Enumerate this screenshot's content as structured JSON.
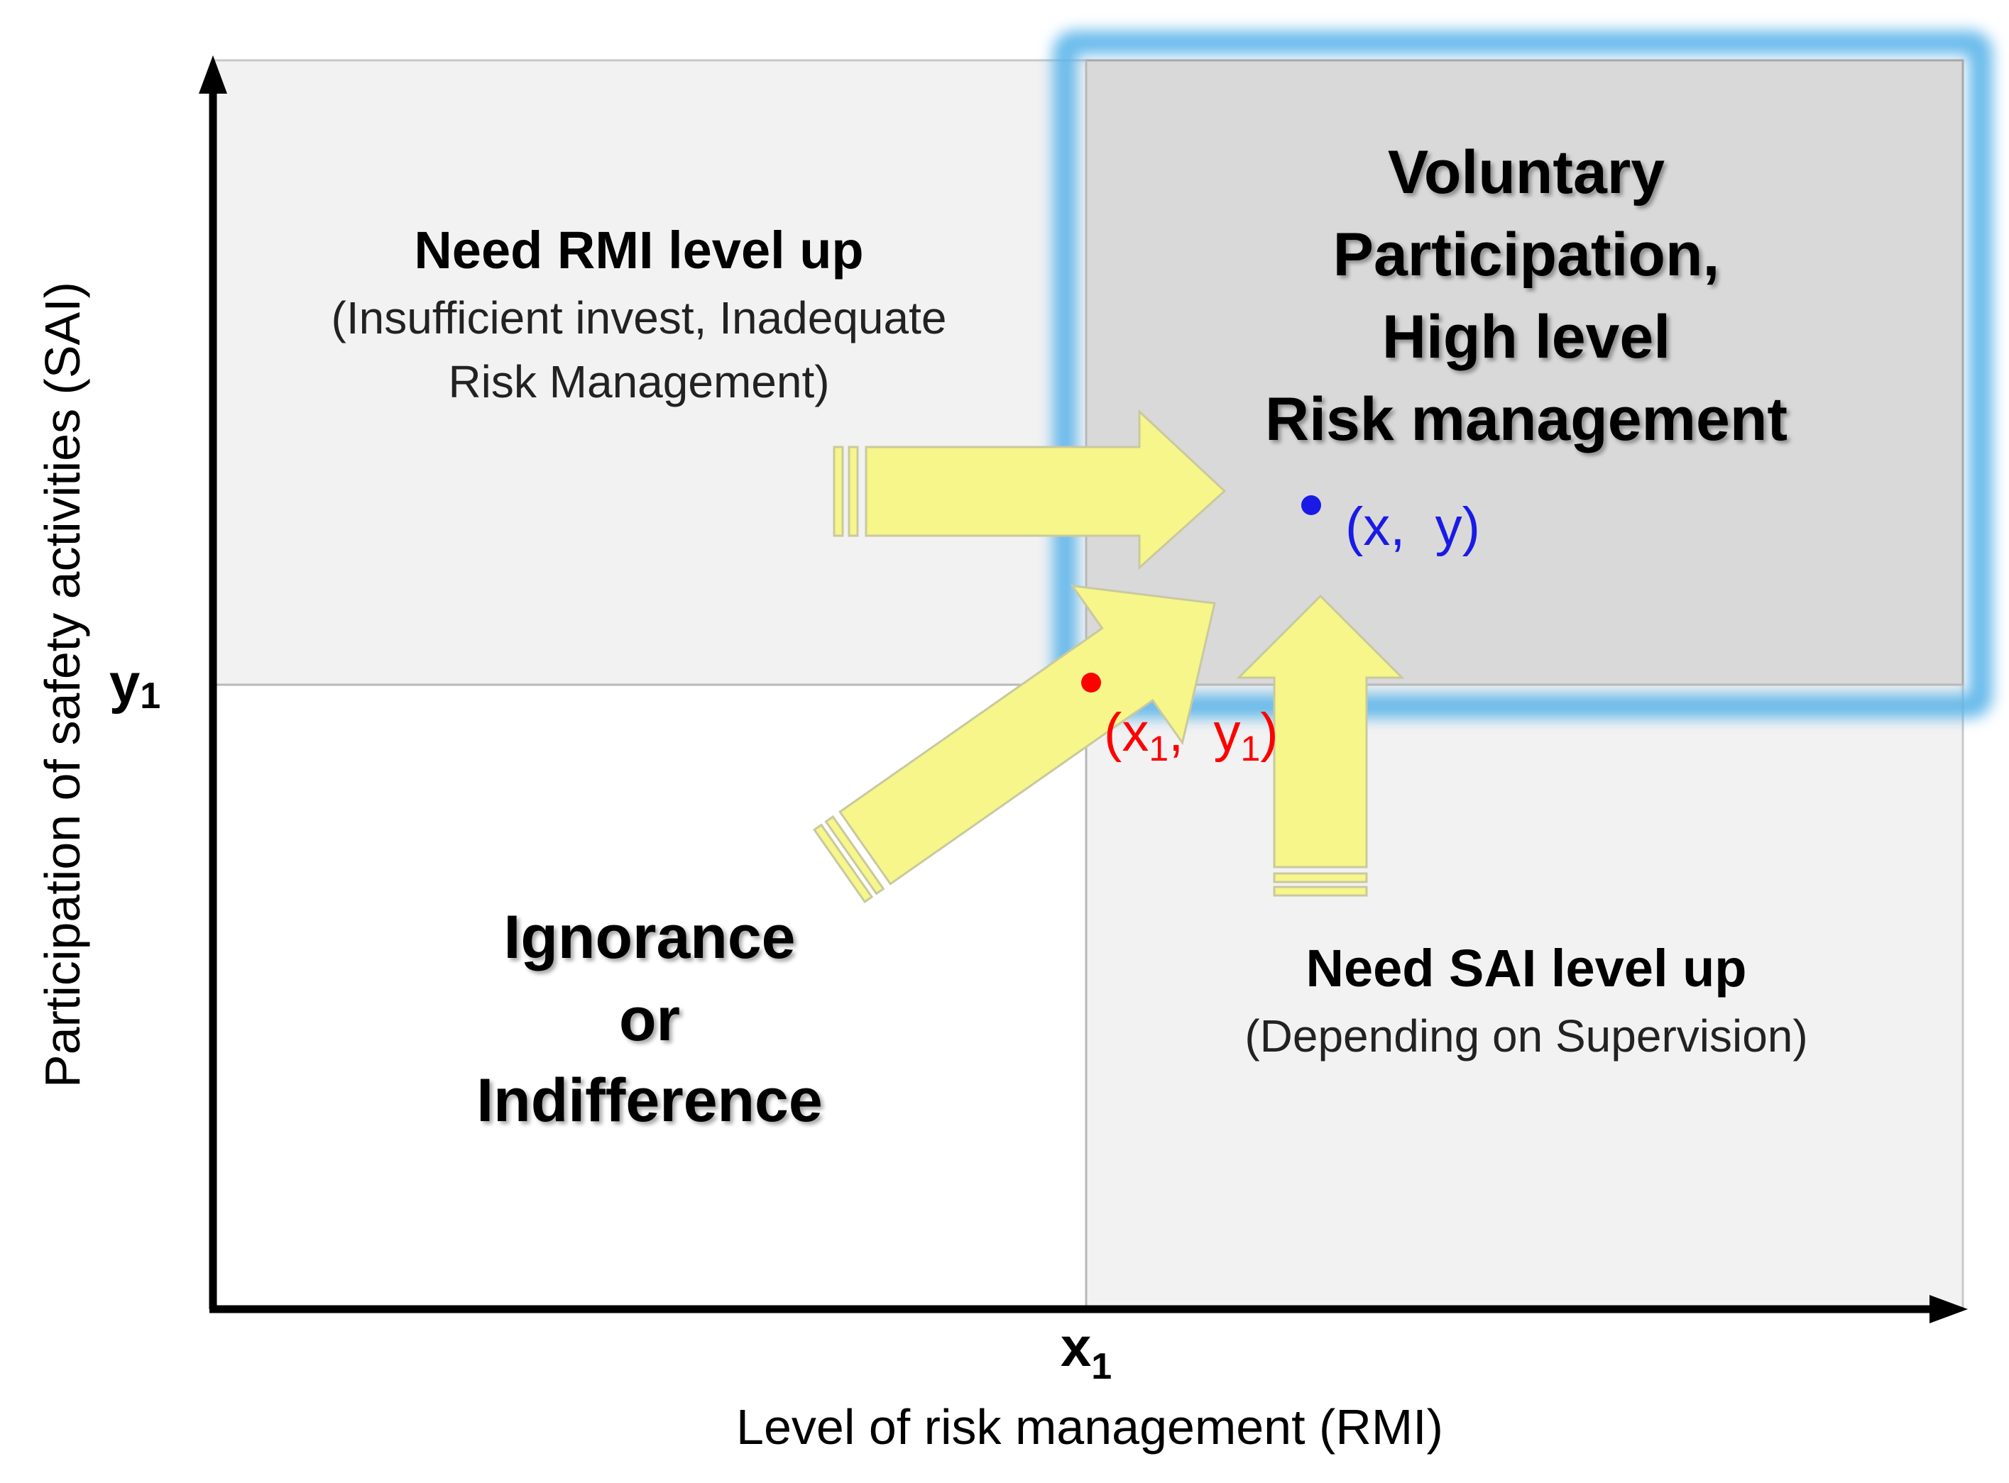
{
  "axes": {
    "x_label": "Level of risk management (RMI)",
    "y_label": "Participation of safety activities (SAI)",
    "x_tick": {
      "base": "x",
      "sub": "1"
    },
    "y_tick": {
      "base": "y",
      "sub": "1"
    }
  },
  "quadrants": {
    "top_left": {
      "title": "Need RMI level up",
      "desc_lines": [
        "(Insufficient invest, Inadequate",
        "Risk Management)"
      ]
    },
    "top_right": {
      "title_lines": [
        "Voluntary",
        "Participation,",
        "High level",
        "Risk management"
      ]
    },
    "bottom_left": {
      "title_lines": [
        "Ignorance",
        "or",
        "Indifference"
      ]
    },
    "bottom_right": {
      "title": "Need SAI level up",
      "desc": "(Depending on Supervision)"
    }
  },
  "points": {
    "threshold": {
      "open": "(",
      "x": "x",
      "x_sub": "1",
      "sep": ",  ",
      "y": "y",
      "y_sub": "1",
      "close": ")"
    },
    "target": {
      "label": "(x,  y)"
    }
  },
  "colors": {
    "quadrant_light": "#f2f2f2",
    "quadrant_highlight": "#d9d9d9",
    "glow": "#5ab4ea",
    "arrow_fill": "#f6f68a",
    "arrow_stroke": "#c9c9a0",
    "threshold_point": "#ff0000",
    "target_point": "#1a1ae6",
    "axis": "#000000"
  }
}
